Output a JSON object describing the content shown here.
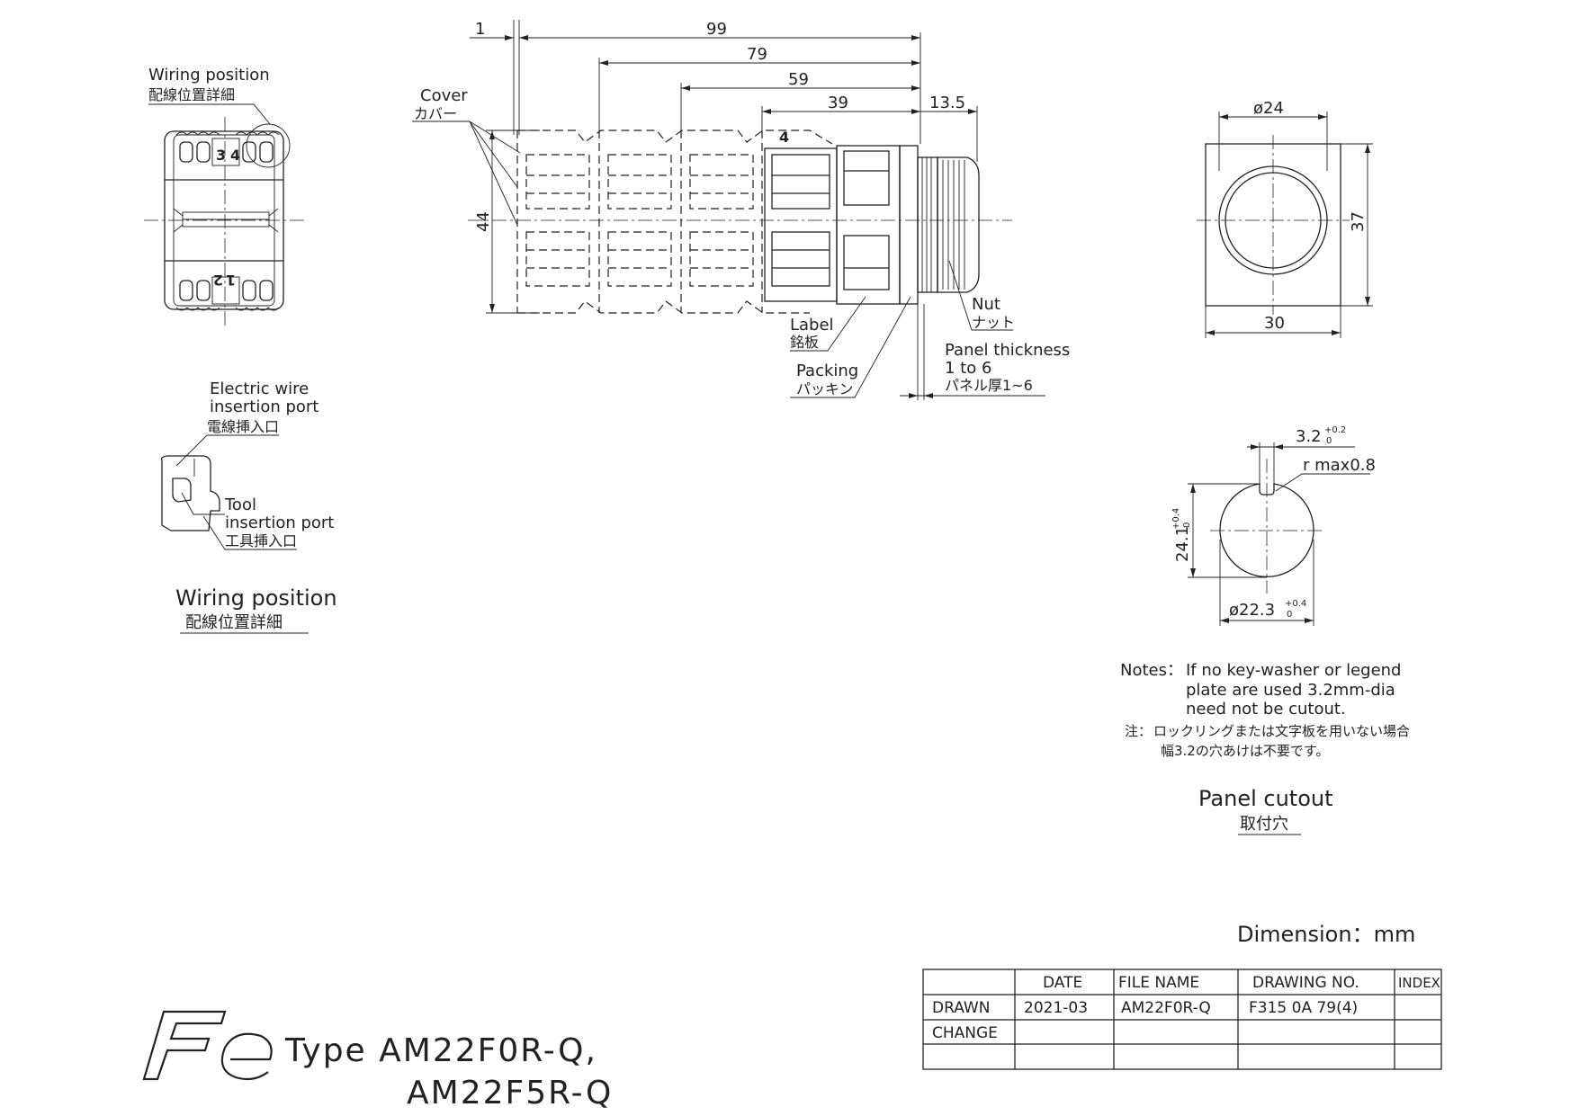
{
  "dims": {
    "d1": "1",
    "d99": "99",
    "d79": "79",
    "d59": "59",
    "d39": "39",
    "d13_5": "13.5",
    "d44": "44",
    "d24": "ø24",
    "d37": "37",
    "d30": "30",
    "key_width_base": "3.2",
    "key_width_tol_upper": "+0.2",
    "key_width_tol_lower": "0",
    "key_radius": "r max0.8",
    "cut_height_base": "24.1",
    "cut_height_tol_upper": "+0.4",
    "cut_height_tol_lower": "0",
    "cut_dia_base": "ø22.3",
    "cut_dia_tol_upper": "+0.4",
    "cut_dia_tol_lower": "0"
  },
  "labels": {
    "wiring_position_en": "Wiring position",
    "wiring_position_ja": "配線位置詳細",
    "cover_en": "Cover",
    "cover_ja": "カバー",
    "label_en": "Label",
    "label_ja": "銘板",
    "packing_en": "Packing",
    "packing_ja": "パッキン",
    "nut_en": "Nut",
    "nut_ja": "ナット",
    "panel_thickness_1": "Panel thickness",
    "panel_thickness_2": "1 to 6",
    "panel_thickness_ja": "パネル厚1~6",
    "wire_port_1": "Electric wire",
    "wire_port_2": "insertion port",
    "wire_port_ja": "電線挿入口",
    "tool_port_1": "Tool",
    "tool_port_2": "insertion port",
    "tool_port_ja": "工具挿入口",
    "detail_title_en": "Wiring position",
    "detail_title_ja": "配線位置詳細",
    "terminal_top": "3",
    "terminal_top_b": "4",
    "terminal_bottom": "1",
    "terminal_bottom_b": "2",
    "block_number": "4",
    "panel_cutout_en": "Panel cutout",
    "panel_cutout_ja": "取付穴"
  },
  "notes": {
    "prefix_en": "Notes：",
    "line1": "If no key-washer or legend",
    "line2": "plate are used 3.2mm-dia",
    "line3": "need not be cutout.",
    "prefix_ja": "注：",
    "ja_line1": "ロックリングまたは文字板を用いない場合",
    "ja_line2": "幅3.2の穴あけは不要です。"
  },
  "dimension_unit": "Dimension：mm",
  "title_block": {
    "headers": [
      "",
      "DATE",
      "FILE NAME",
      "DRAWING NO.",
      "INDEX"
    ],
    "rows": [
      [
        "DRAWN",
        "2021-03",
        "AM22F0R-Q",
        "F315 0A 79(4)",
        ""
      ],
      [
        "CHANGE",
        "",
        "",
        "",
        ""
      ],
      [
        "",
        "",
        "",
        "",
        ""
      ]
    ]
  },
  "logo": "Fe",
  "type_line1": "Type  AM22F0R-Q,",
  "type_line2": "AM22F5R-Q"
}
